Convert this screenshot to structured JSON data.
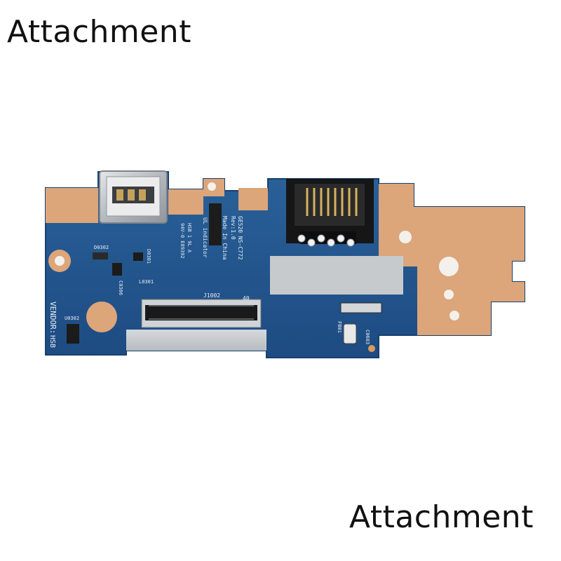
{
  "captions": {
    "top": "Attachment",
    "bottom": "Attachment"
  },
  "board": {
    "model_line_1": "GE520 NS-C772",
    "model_line_2": "Rev:1.0",
    "made_in": "Made In China",
    "ul_indicator": "UL indicator",
    "hsb_block_1": "HSB 1 9L A",
    "hsb_block_2": "94V-0 E89392",
    "vendor": "VENDOR:",
    "vendor_box": "HSB",
    "connector_ref": "J1002",
    "connector_pin_end": "40",
    "ref_d0302": "D0302",
    "ref_d0301": "D0301",
    "ref_l0301": "L0301",
    "ref_c0306": "C0306",
    "ref_u0302": "U0302",
    "ref_fb01": "FB01",
    "ref_c0603": "C0603"
  },
  "colors": {
    "pcb": "#21558f",
    "copper": "#dca57a",
    "connector_black": "#1a1a1a",
    "ribbon": "#c9ccd0",
    "usb_metal": "#b9bdc2"
  }
}
